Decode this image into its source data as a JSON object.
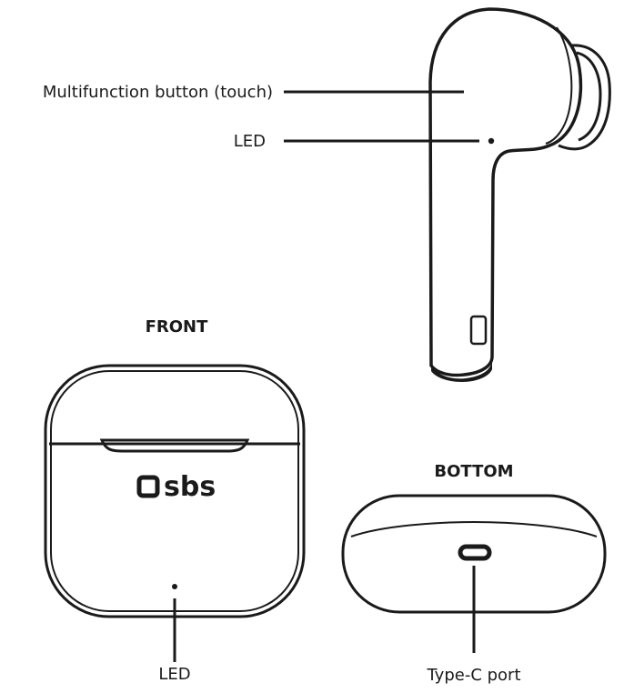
{
  "labels": {
    "multifunction_button": "Multifunction button (touch)",
    "earbud_led": "LED",
    "front_heading": "FRONT",
    "bottom_heading": "BOTTOM",
    "case_led": "LED",
    "type_c_port": "Type-C port"
  },
  "case_logo": {
    "text": "sbs"
  },
  "icons": [
    "earbud-illustration",
    "charging-case-front-illustration",
    "charging-case-bottom-illustration",
    "sbs-logo-icon"
  ]
}
